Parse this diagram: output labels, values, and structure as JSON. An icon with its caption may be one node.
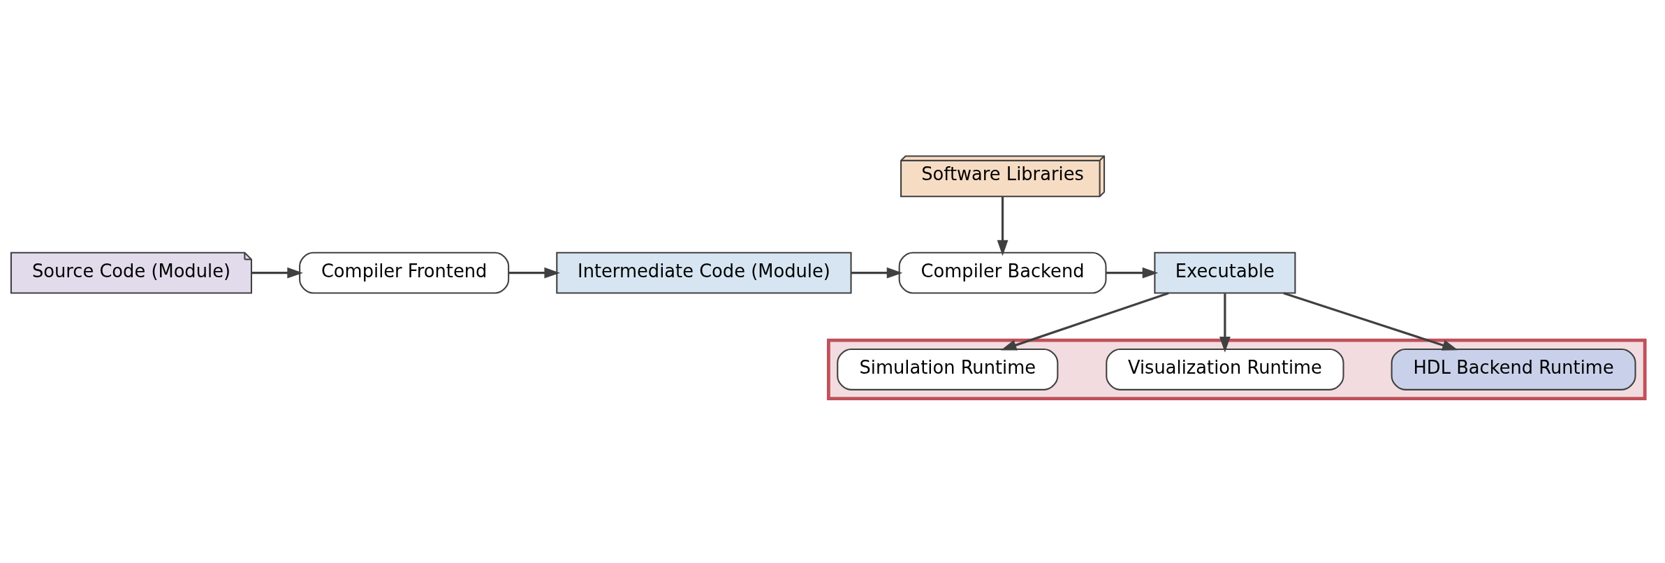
{
  "diagram": {
    "nodes": [
      {
        "text": [
          "Source Code (Module)"
        ]
      },
      {
        "text": [
          "Compiler Frontend"
        ]
      },
      {
        "text": [
          "Intermediate Code (Module)"
        ]
      },
      {
        "text": [
          "Software Libraries"
        ]
      },
      {
        "text": [
          "Compiler Backend"
        ]
      },
      {
        "text": [
          "Executable"
        ]
      },
      {
        "text": [],
        "shape": "box"
      },
      {
        "text": [
          "Simulation Runtime"
        ],
        "in": 6
      },
      {
        "text": [
          "Visualization Runtime"
        ],
        "in": 6
      },
      {
        "text": [
          "HDL Backend Runtime"
        ],
        "in": 6
      }
    ],
    "edges": [
      {
        "from": 0,
        "to": 1,
        "arrow": "to"
      },
      {
        "from": 1,
        "to": 2,
        "arrow": "to"
      },
      {
        "from": 2,
        "to": 4,
        "arrow": "to"
      },
      {
        "from": 3,
        "to": 4,
        "arrow": "to"
      },
      {
        "from": 4,
        "to": 5,
        "arrow": "to"
      },
      {
        "from": 5,
        "to": 7,
        "arrow": "to"
      },
      {
        "from": 5,
        "to": 8,
        "arrow": "to"
      },
      {
        "from": 5,
        "to": 9,
        "arrow": "to"
      }
    ]
  }
}
